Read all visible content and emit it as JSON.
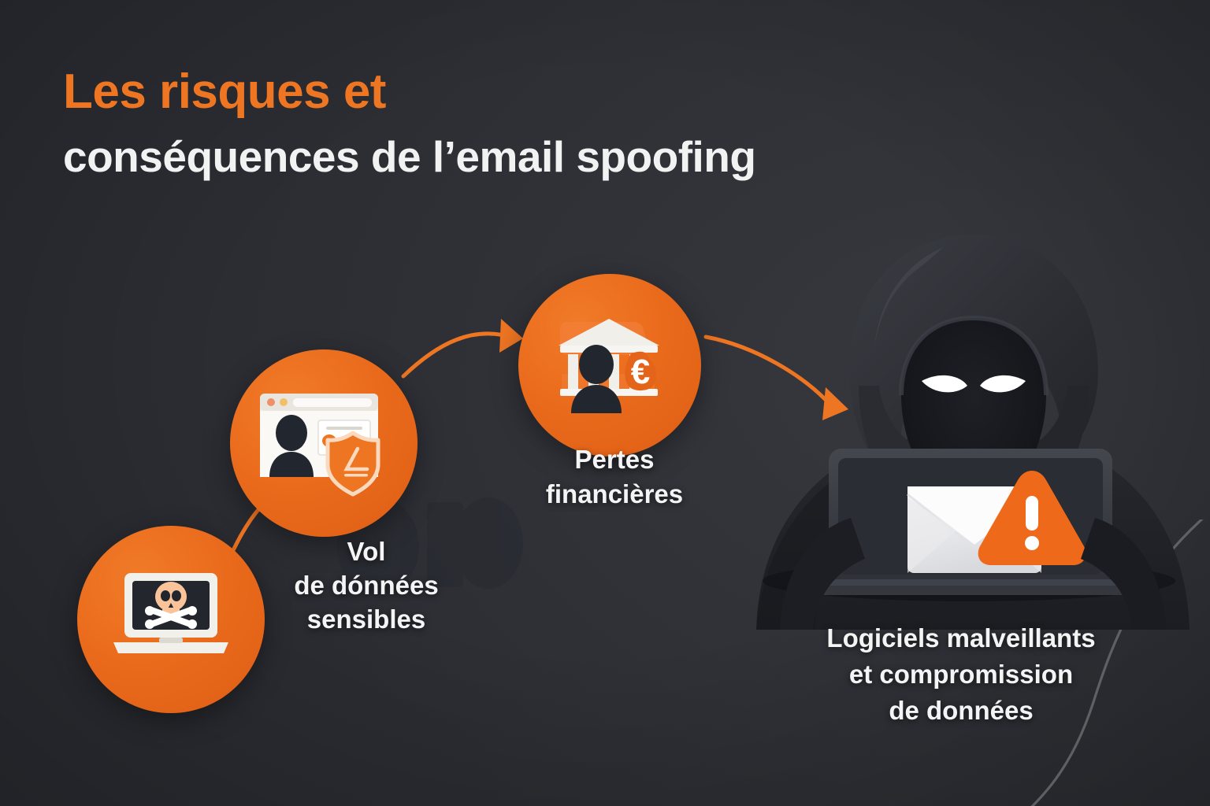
{
  "meta": {
    "background_color": "#303238",
    "accent_color": "#EE7522",
    "text_color": "#F2F2F3"
  },
  "title": {
    "line1": "Les risques et",
    "line2": "conséquences de l’email spoofing"
  },
  "nodes": [
    {
      "id": "data-theft",
      "icon": "laptop-skull-icon",
      "label": "Vol\nde dónnées\nsensibles",
      "circle_color": "#EA6A1C"
    },
    {
      "id": "sensitive-data",
      "icon": "browser-profile-shield-icon",
      "label": "",
      "circle_color": "#EA6A1C"
    },
    {
      "id": "financial-loss",
      "icon": "bank-euro-person-icon",
      "label": "Pertes\nfinancières",
      "circle_color": "#EA6A1C"
    },
    {
      "id": "malware",
      "icon": "hacker-hoodie-laptop-icon",
      "label": "Logiciels malveillants\net compromission\nde données",
      "circle_color": "#1F2126"
    }
  ],
  "labels": {
    "vol": "Vol\nde dónnées\nsensibles",
    "pertes": "Pertes\nfinancières",
    "malware": "Logiciels malveillants\net compromission\nde données"
  },
  "connectors": [
    {
      "from": "data-theft",
      "to": "sensitive-data",
      "style": "line",
      "arrowhead": false,
      "color": "#EE7522"
    },
    {
      "from": "sensitive-data",
      "to": "financial-loss",
      "style": "curve",
      "arrowhead": true,
      "color": "#EE7522"
    },
    {
      "from": "financial-loss",
      "to": "malware",
      "style": "curve",
      "arrowhead": true,
      "color": "#EE7522"
    }
  ],
  "icon_details": {
    "laptop_skull": {
      "screen_color": "#23262C",
      "body_color": "#F1EFEA",
      "skull_color": "#FBC39A",
      "bones_color": "#FFFFFF"
    },
    "browser_shield": {
      "window_color": "#F3F1EC",
      "person_color": "#22262E",
      "shield_color": "#EE7522",
      "shield_outline": "#FBD9BE"
    },
    "bank_euro": {
      "bank_color": "#F1EFEA",
      "bag_color": "#E4651A",
      "person_color": "#22262E",
      "currency": "€"
    },
    "hacker": {
      "hood_color": "#303238",
      "face_color": "#1B1D22",
      "eye_color": "#FFFFFF",
      "laptop_color": "#3A3D44"
    },
    "mail_warning": {
      "envelope_color": "#F5F5F6",
      "warning_color": "#EE6A1A",
      "exclamation": "!"
    }
  }
}
